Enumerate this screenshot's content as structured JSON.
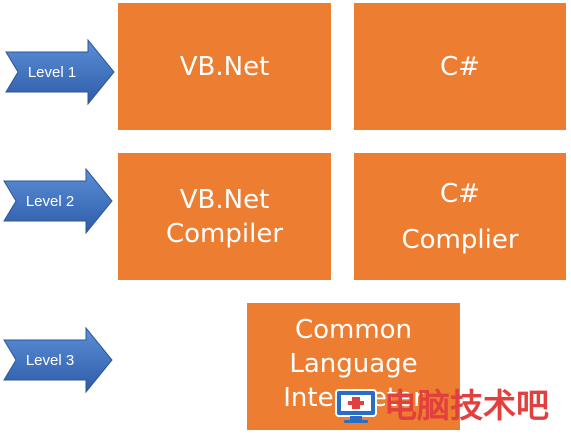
{
  "levels": [
    {
      "label": "Level 1"
    },
    {
      "label": "Level 2"
    },
    {
      "label": "Level 3"
    }
  ],
  "boxes": {
    "vbnet": {
      "lines": [
        "VB.Net"
      ]
    },
    "csharp": {
      "lines": [
        "C#"
      ]
    },
    "vbnet_compiler": {
      "lines": [
        "VB.Net",
        "Compiler"
      ]
    },
    "csharp_compiler": {
      "lines": [
        "C#",
        "Complier"
      ]
    },
    "cil": {
      "lines": [
        "Common",
        "Language",
        "Interpreter"
      ]
    }
  },
  "watermark": {
    "text": "电脑技术吧",
    "icon": "computer-icon"
  },
  "colors": {
    "box_fill": "#ED7D31",
    "arrow_fill": "#4472C4",
    "watermark_text": "#E23F3F"
  }
}
